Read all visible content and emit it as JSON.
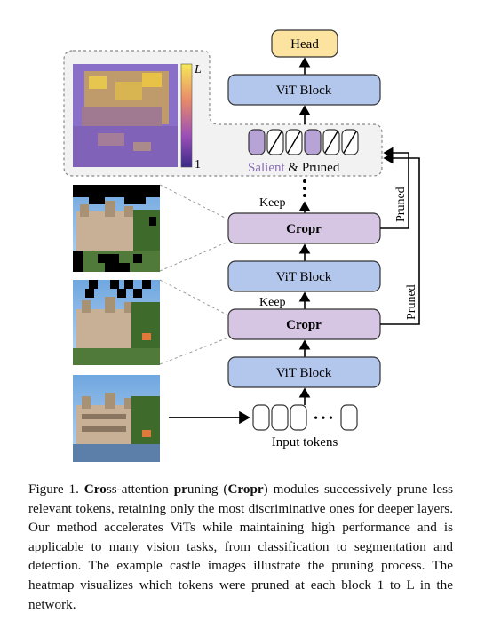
{
  "figure": {
    "head_label": "Head",
    "vit_block_label": "ViT Block",
    "cropr_label": "Cropr",
    "keep_label": "Keep",
    "pruned_label": "Pruned",
    "input_tokens_label": "Input tokens",
    "salient_label": "Salient",
    "amp_pruned_label": " & Pruned",
    "heatmap_top_label": "L",
    "heatmap_bottom_label": "1",
    "ellipsis": "• • •"
  },
  "caption": {
    "prefix": "Figure 1. ",
    "b1": "Cro",
    "t1": "ss-attention ",
    "b2": "pr",
    "t2": "uning (",
    "b3": "Cropr",
    "t3": ") modules successively prune less relevant tokens, retaining only the most discriminative ones for deeper layers. Our method accelerates ViTs while maintaining high performance and is applicable to many vision tasks, from classification to segmentation and detection. The example castle images illustrate the pruning process. The heatmap visualizes which tokens were pruned at each block 1 to L in the network."
  },
  "colors": {
    "vit_fill": "#b3c6ec",
    "cropr_fill": "#d6c6e4",
    "head_fill": "#fde3a0",
    "salient": "#8a6db8"
  }
}
